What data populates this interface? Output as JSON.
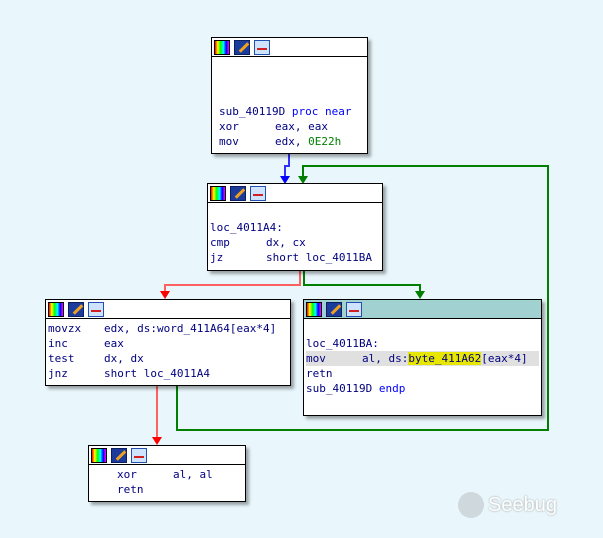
{
  "nodes": {
    "entry": {
      "label": "sub_40119D",
      "kw": "proc near",
      "l1": {
        "m": "xor",
        "o": "eax, eax"
      },
      "l2": {
        "m": "mov",
        "o": "edx, ",
        "num": "0E22h"
      }
    },
    "loop": {
      "label": "loc_4011A4:",
      "l1": {
        "m": "cmp",
        "o": "dx, cx"
      },
      "l2": {
        "m": "jz",
        "o": "short loc_4011BA"
      }
    },
    "body": {
      "l1": {
        "m": "movzx",
        "o": "edx, ds:word_411A64[eax*4]"
      },
      "l2": {
        "m": "inc",
        "o": "eax"
      },
      "l3": {
        "m": "test",
        "o": "dx, dx"
      },
      "l4": {
        "m": "jnz",
        "o": "short loc_4011A4"
      }
    },
    "found": {
      "label": "loc_4011BA:",
      "l1": {
        "m": "mov",
        "o": "al, ds:",
        "hl": "byte_411A62",
        "rest": "[eax*4]"
      },
      "l2": {
        "m": "retn"
      },
      "end": "sub_40119D",
      "endkw": "endp"
    },
    "exit": {
      "l1": {
        "m": "xor",
        "o": "al, al"
      },
      "l2": {
        "m": "retn"
      }
    }
  },
  "watermark": "Seebug",
  "colors": {
    "true_edge": "#007f00",
    "false_edge": "#ff0000",
    "uncond_edge": "#0000ff"
  }
}
